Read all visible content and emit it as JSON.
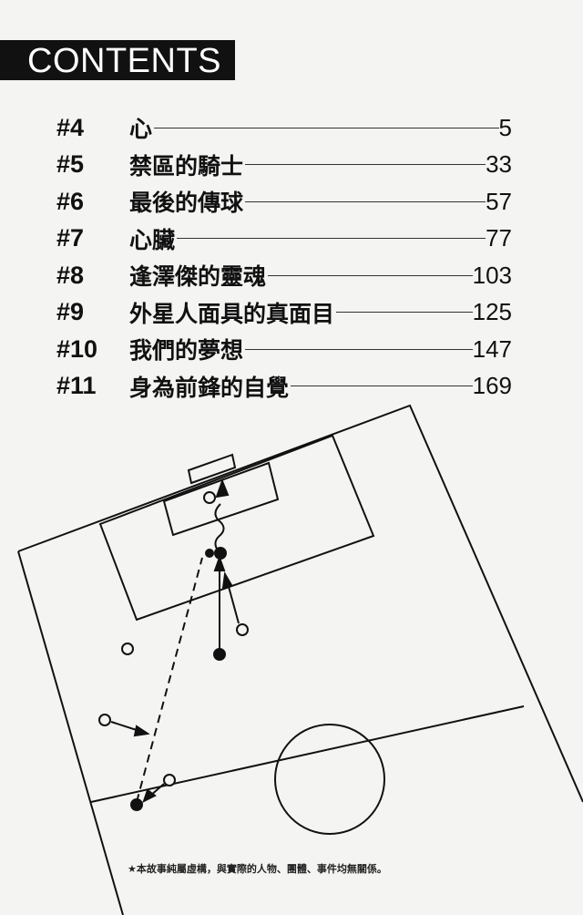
{
  "heading": "CONTENTS",
  "chapters": [
    {
      "num": "#4",
      "title": "心",
      "page": "5"
    },
    {
      "num": "#5",
      "title": "禁區的騎士",
      "page": "33"
    },
    {
      "num": "#6",
      "title": "最後的傳球",
      "page": "57"
    },
    {
      "num": "#7",
      "title": "心臟",
      "page": "77"
    },
    {
      "num": "#8",
      "title": "逢澤傑的靈魂",
      "page": "103"
    },
    {
      "num": "#9",
      "title": "外星人面具的真面目",
      "page": "125"
    },
    {
      "num": "#10",
      "title": "我們的夢想",
      "page": "147"
    },
    {
      "num": "#11",
      "title": "身為前鋒的自覺",
      "page": "169"
    }
  ],
  "disclaimer": "★本故事純屬虛構，與實際的人物、團體、事件均無關係。"
}
